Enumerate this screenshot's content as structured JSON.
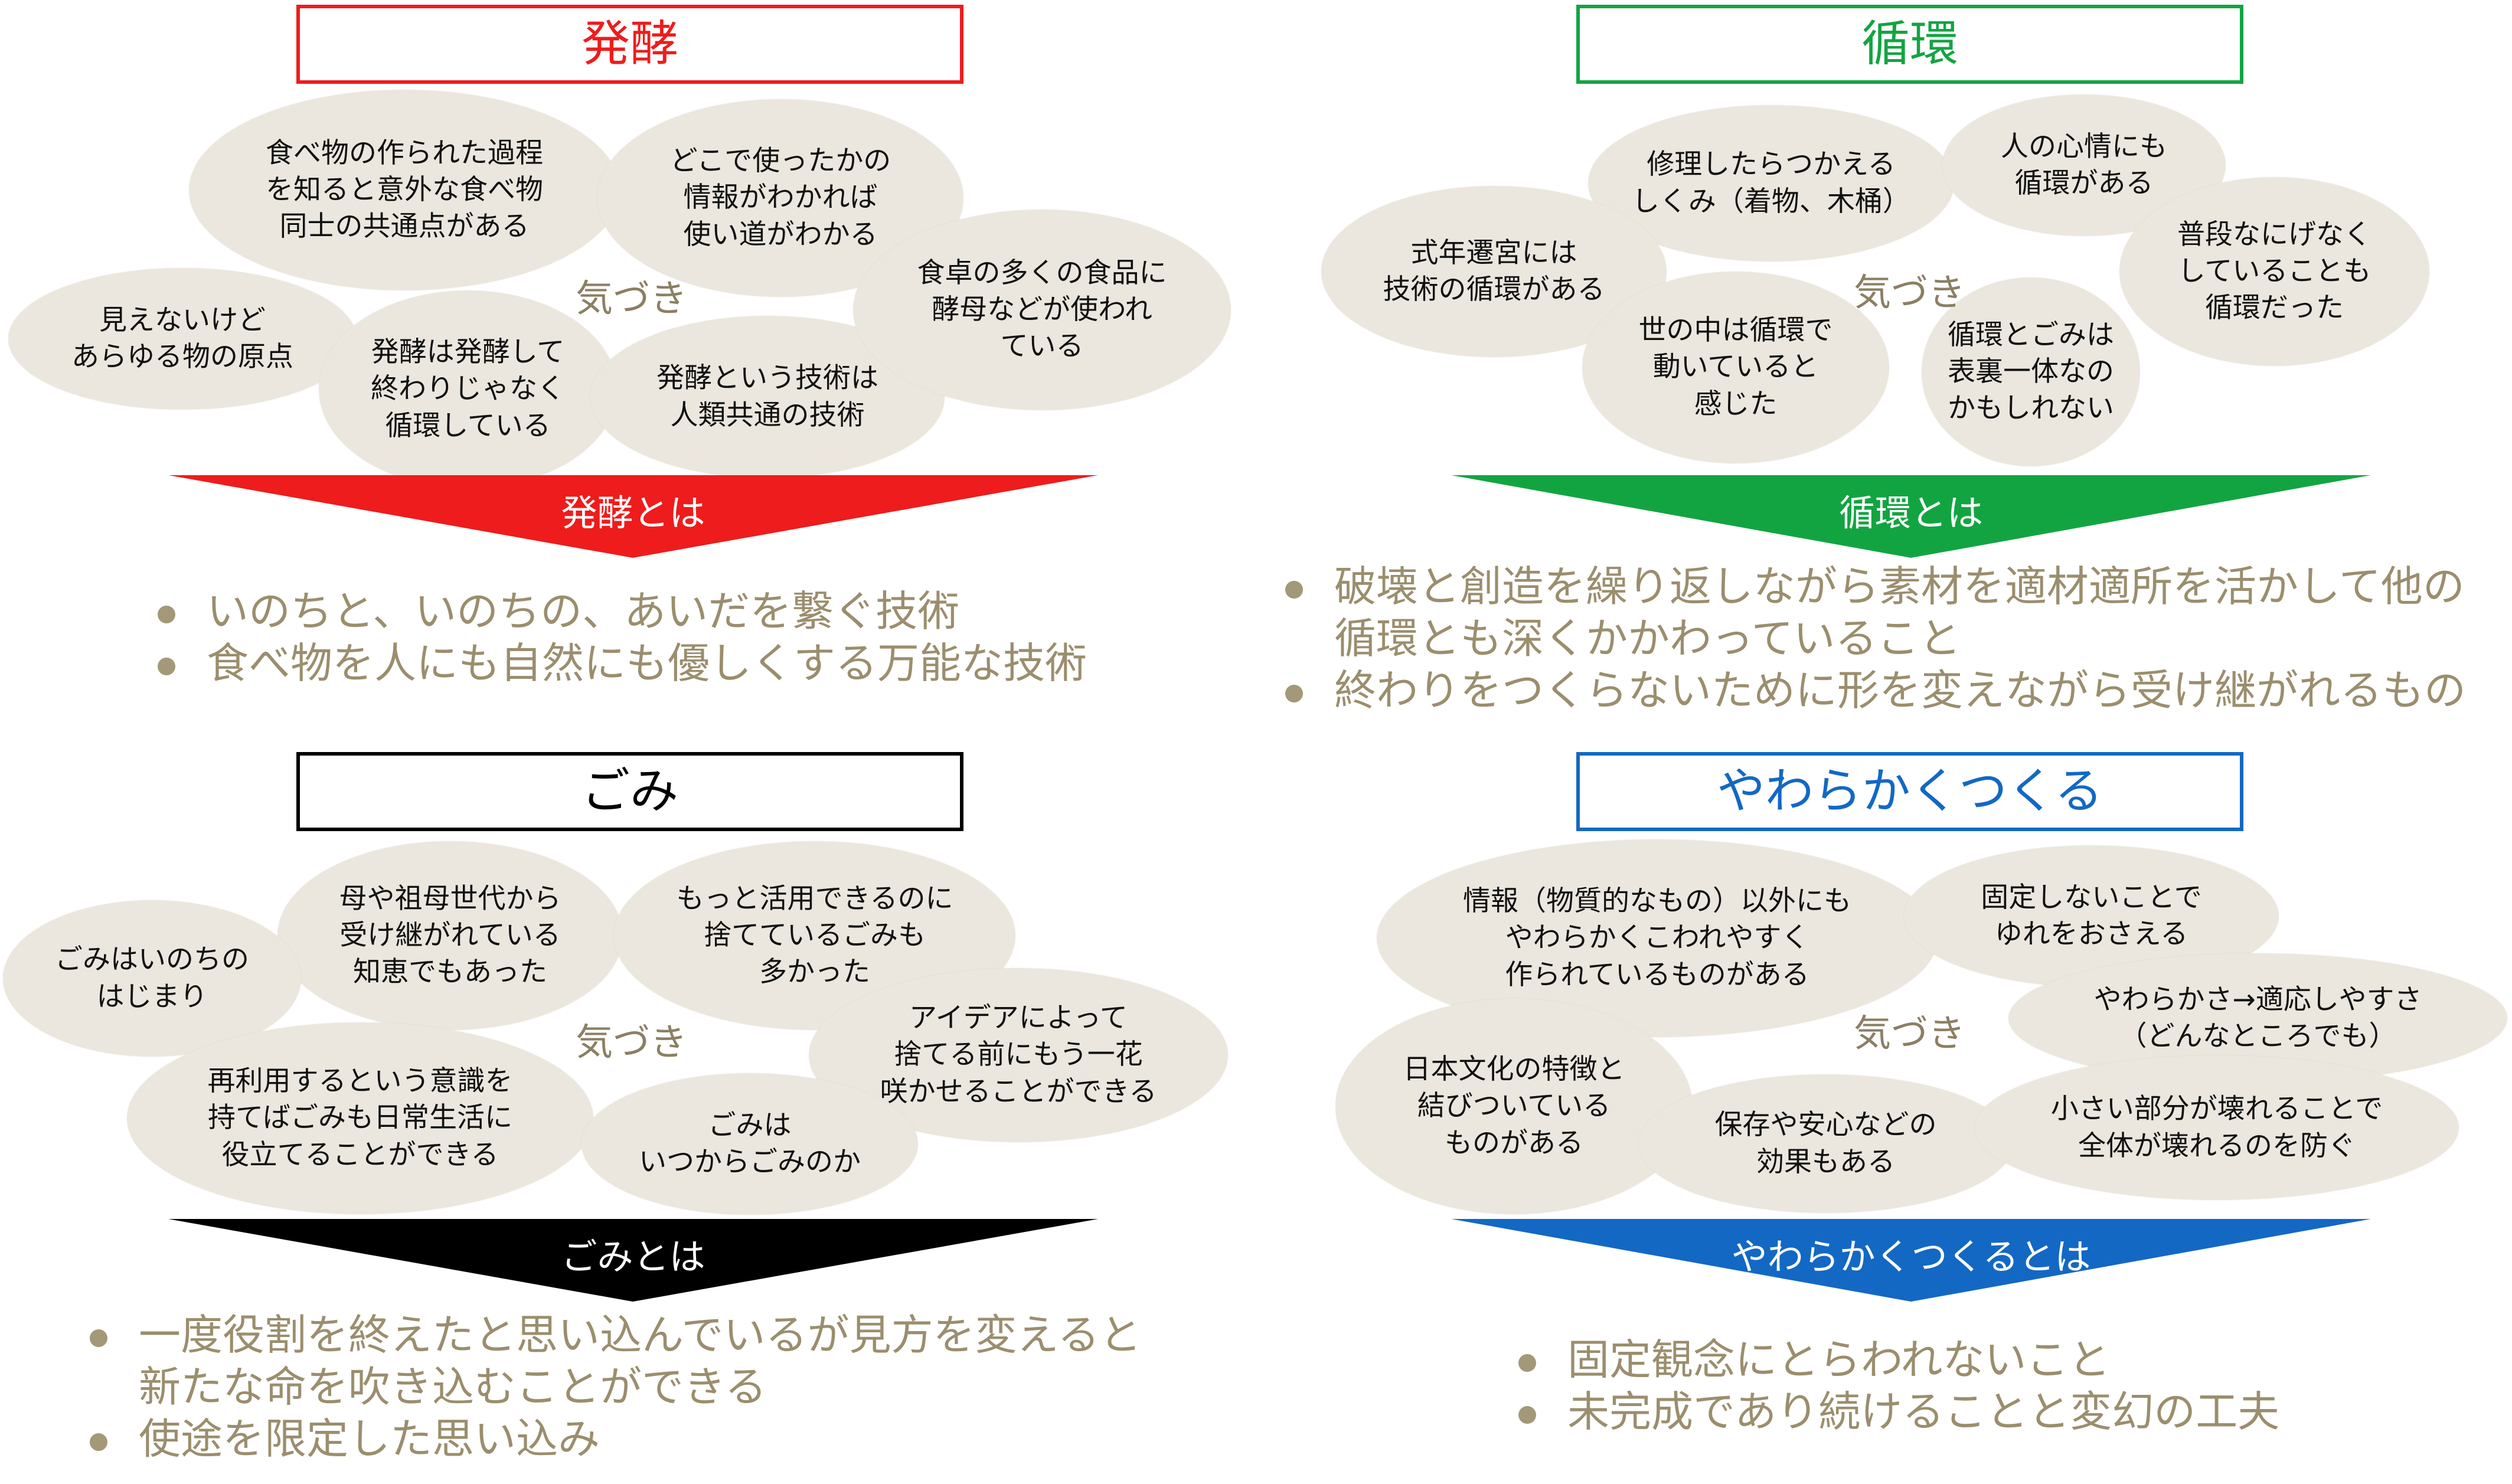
{
  "colors": {
    "red": "#ee1c1c",
    "green": "#13a442",
    "black": "#000000",
    "blue": "#1368c4",
    "bubble_fill": "#ebe7de",
    "note_text": "#9b8e6e"
  },
  "panels": {
    "hakko": {
      "title": "発酵",
      "kizuki": "気づき",
      "bubbles": [
        "食べ物の作られた過程\nを知ると意外な食べ物\n同士の共通点がある",
        "どこで使ったかの\n情報がわかれば\n使い道がわかる",
        "見えないけど\nあらゆる物の原点",
        "発酵は発酵して\n終わりじゃなく\n循環している",
        "発酵という技術は\n人類共通の技術",
        "食卓の多くの食品に\n酵母などが使われ\nている"
      ],
      "arrow_label": "発酵とは",
      "points": [
        "いのちと、いのちの、あいだを繋ぐ技術",
        "食べ物を人にも自然にも優しくする万能な技術"
      ]
    },
    "junkan": {
      "title": "循環",
      "kizuki": "気づき",
      "bubbles": [
        "修理したらつかえる\nしくみ（着物、木桶）",
        "人の心情にも\n循環がある",
        "式年遷宮には\n技術の循環がある",
        "普段なにげなく\nしていることも\n循環だった",
        "世の中は循環で\n動いていると\n感じた",
        "循環とごみは\n表裏一体なの\nかもしれない"
      ],
      "arrow_label": "循環とは",
      "points": [
        "破壊と創造を繰り返しながら素材を適材適所を活かして他の\n循環とも深くかかわっていること",
        "終わりをつくらないために形を変えながら受け継がれるもの"
      ]
    },
    "gomi": {
      "title": "ごみ",
      "kizuki": "気づき",
      "bubbles": [
        "母や祖母世代から\n受け継がれている\n知恵でもあった",
        "もっと活用できるのに\n捨てているごみも\n多かった",
        "ごみはいのちの\nはじまり",
        "アイデアによって\n捨てる前にもう一花\n咲かせることができる",
        "再利用するという意識を\n持てばごみも日常生活に\n役立てることができる",
        "ごみは\nいつからごみのか"
      ],
      "arrow_label": "ごみとは",
      "points": [
        "一度役割を終えたと思い込んでいるが見方を変えると\n新たな命を吹き込むことができる",
        "使途を限定した思い込み"
      ]
    },
    "yawaraka": {
      "title": "やわらかくつくる",
      "kizuki": "気づき",
      "bubbles": [
        "情報（物質的なもの）以外にも\nやわらかくこわれやすく\n作られているものがある",
        "固定しないことで\nゆれをおさえる",
        "やわらかさ→適応しやすさ\n（どんなところでも）",
        "日本文化の特徴と\n結びついている\nものがある",
        "保存や安心などの\n効果もある",
        "小さい部分が壊れることで\n全体が壊れるのを防ぐ"
      ],
      "arrow_label": "やわらかくつくるとは",
      "points": [
        "固定観念にとらわれないこと",
        "未完成であり続けることと変幻の工夫"
      ]
    }
  }
}
